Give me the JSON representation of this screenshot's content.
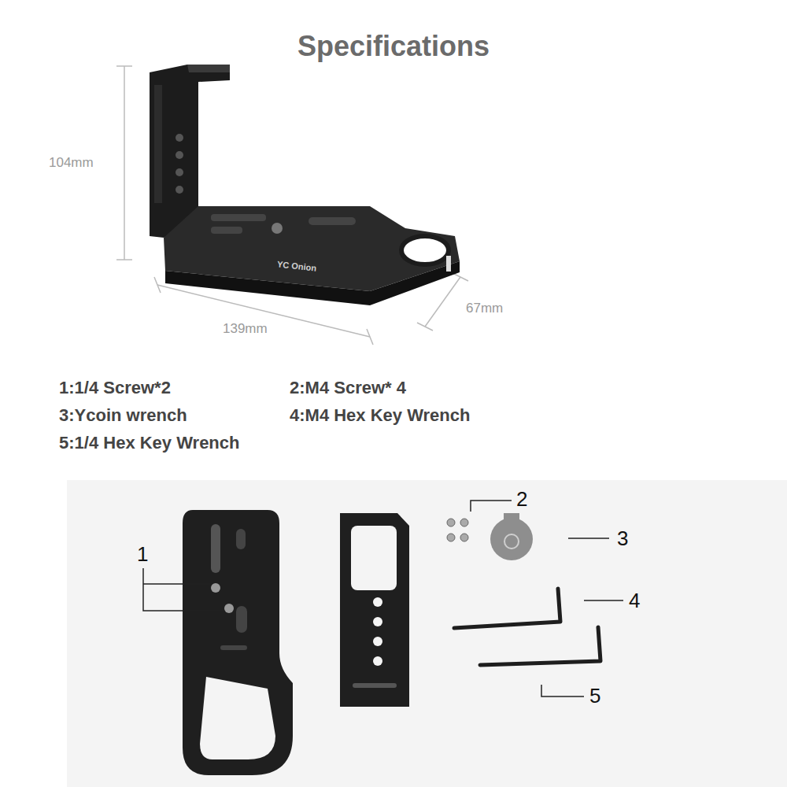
{
  "diagram": {
    "title": "Specifications",
    "labels": [
      "104mm",
      "139mm",
      "67mm",
      "YC Onion",
      "1:1/4 Screw*2",
      "2:M4 Screw* 4",
      "3:Ycoin wrench",
      "4:M4 Hex Key Wrench",
      "5:1/4 Hex Key Wrench",
      "1",
      "2",
      "3",
      "4",
      "5"
    ]
  }
}
